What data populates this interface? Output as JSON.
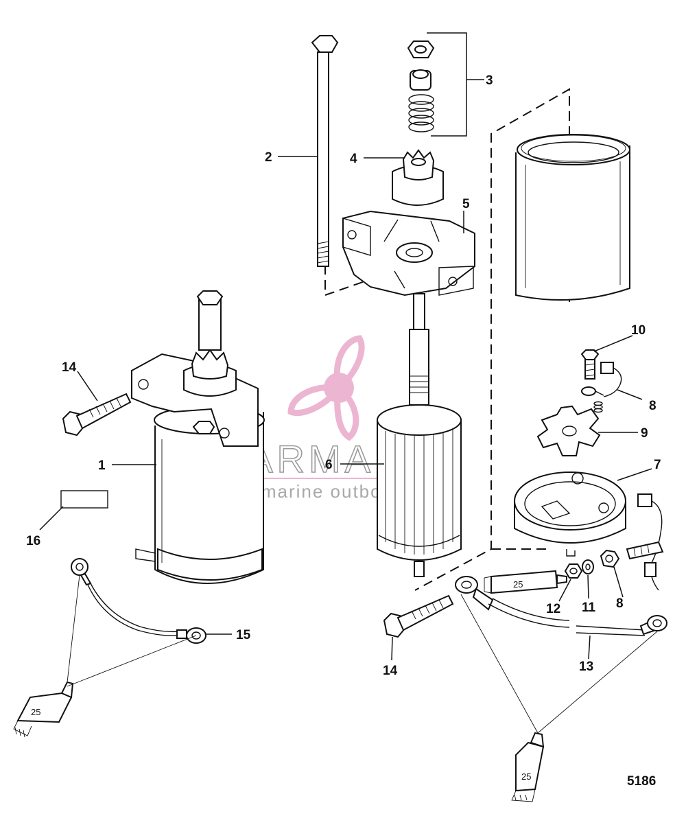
{
  "callouts": [
    "1",
    "2",
    "3",
    "4",
    "5",
    "6",
    "7",
    "8",
    "8",
    "9",
    "10",
    "11",
    "12",
    "13",
    "14",
    "14",
    "15",
    "16"
  ],
  "sealant_label": "25",
  "figure_number": "5186",
  "watermark": {
    "title": "ARMADA",
    "subtitle": "marine outboards",
    "color": "#e9a9c9"
  }
}
